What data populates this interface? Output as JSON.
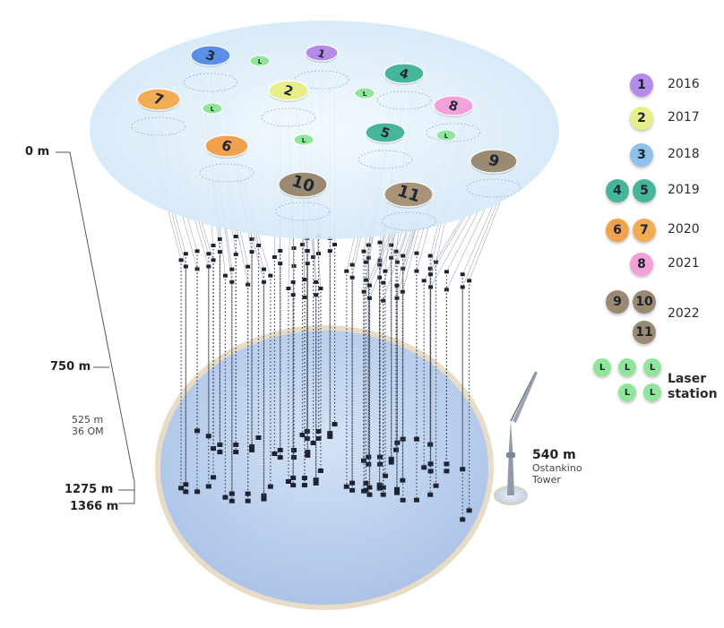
{
  "depth_labels": {
    "surface": "0 m",
    "upper": "750 m",
    "lower": "1275 m",
    "bottom": "1366 m"
  },
  "section_note": {
    "line1": "525 m",
    "line2": "36 OM"
  },
  "tower": {
    "height": "540 m",
    "line1": "Ostankino",
    "line2": "Tower"
  },
  "clusters": [
    {
      "number": "1",
      "color": "#b58be8"
    },
    {
      "number": "2",
      "color": "#e7ef8a"
    },
    {
      "number": "3",
      "color": "#5b8fe6"
    },
    {
      "number": "4",
      "color": "#47b59a"
    },
    {
      "number": "5",
      "color": "#47b59a"
    },
    {
      "number": "6",
      "color": "#f2a24f"
    },
    {
      "number": "7",
      "color": "#f2ad54"
    },
    {
      "number": "8",
      "color": "#f3a1d9"
    },
    {
      "number": "9",
      "color": "#9b8a72"
    },
    {
      "number": "10",
      "color": "#9b8a72"
    },
    {
      "number": "11",
      "color": "#a89376"
    }
  ],
  "laser_symbol": "L",
  "legend": {
    "items": [
      {
        "year": "2016",
        "badges": [
          {
            "label": "1",
            "color": "#b58be8"
          }
        ]
      },
      {
        "year": "2017",
        "badges": [
          {
            "label": "2",
            "color": "#e7ef8a"
          }
        ]
      },
      {
        "year": "2018",
        "badges": [
          {
            "label": "3",
            "color": "#8ec1ec"
          }
        ]
      },
      {
        "year": "2019",
        "badges": [
          {
            "label": "4",
            "color": "#47b59a"
          },
          {
            "label": "5",
            "color": "#47b59a"
          }
        ]
      },
      {
        "year": "2020",
        "badges": [
          {
            "label": "6",
            "color": "#f2a24f"
          },
          {
            "label": "7",
            "color": "#f2ad54"
          }
        ]
      },
      {
        "year": "2021",
        "badges": [
          {
            "label": "8",
            "color": "#f3a1d9"
          }
        ]
      },
      {
        "year": "2022",
        "badges": [
          {
            "label": "9",
            "color": "#9b8a72"
          },
          {
            "label": "10",
            "color": "#9b8a72"
          },
          {
            "label": "11",
            "color": "#9b8a72"
          }
        ]
      }
    ],
    "laser": {
      "label_line1": "Laser",
      "label_line2": "station",
      "symbol": "L",
      "count": 5,
      "color": "#8fe69a"
    }
  },
  "colors": {
    "top_disk": "#e3f1fb",
    "bottom_disk": "#b9cfee",
    "string_line": "#8a96a8",
    "optical_module": "#1d2330"
  }
}
